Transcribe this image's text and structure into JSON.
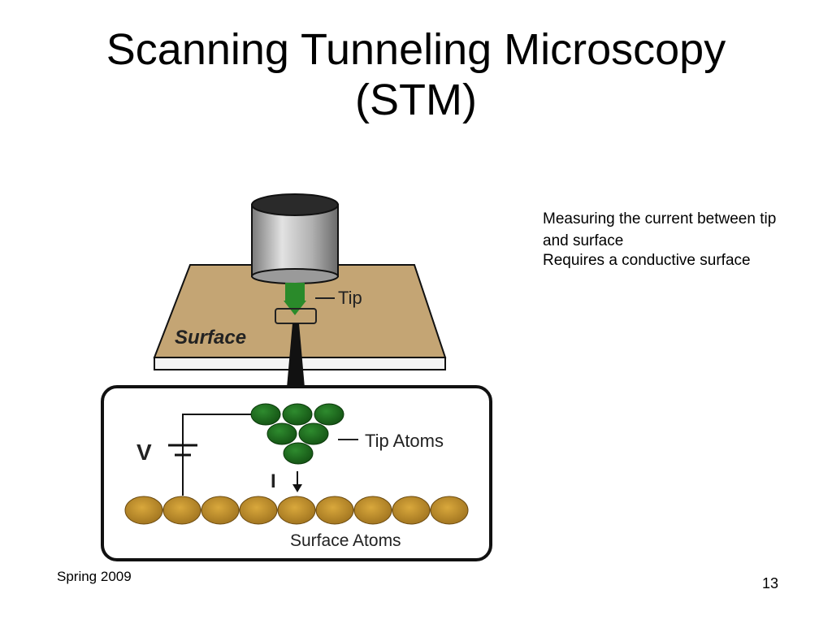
{
  "slide": {
    "title_line1": "Scanning Tunneling Microscopy",
    "title_line2": "(STM)",
    "bullets": [
      "Measuring the current between tip and surface",
      "Requires a conductive surface"
    ],
    "footer_left": "Spring 2009",
    "page_number": "13"
  },
  "diagram": {
    "labels": {
      "tip": "Tip",
      "surface": "Surface",
      "tip_atoms": "Tip Atoms",
      "surface_atoms": "Surface Atoms",
      "voltage": "V",
      "current": "I"
    },
    "colors": {
      "surface_plate": "#c4a574",
      "tip_atom": "#1f6b1f",
      "surface_atom": "#c8962e",
      "cylinder": "#b8b8b8"
    }
  }
}
